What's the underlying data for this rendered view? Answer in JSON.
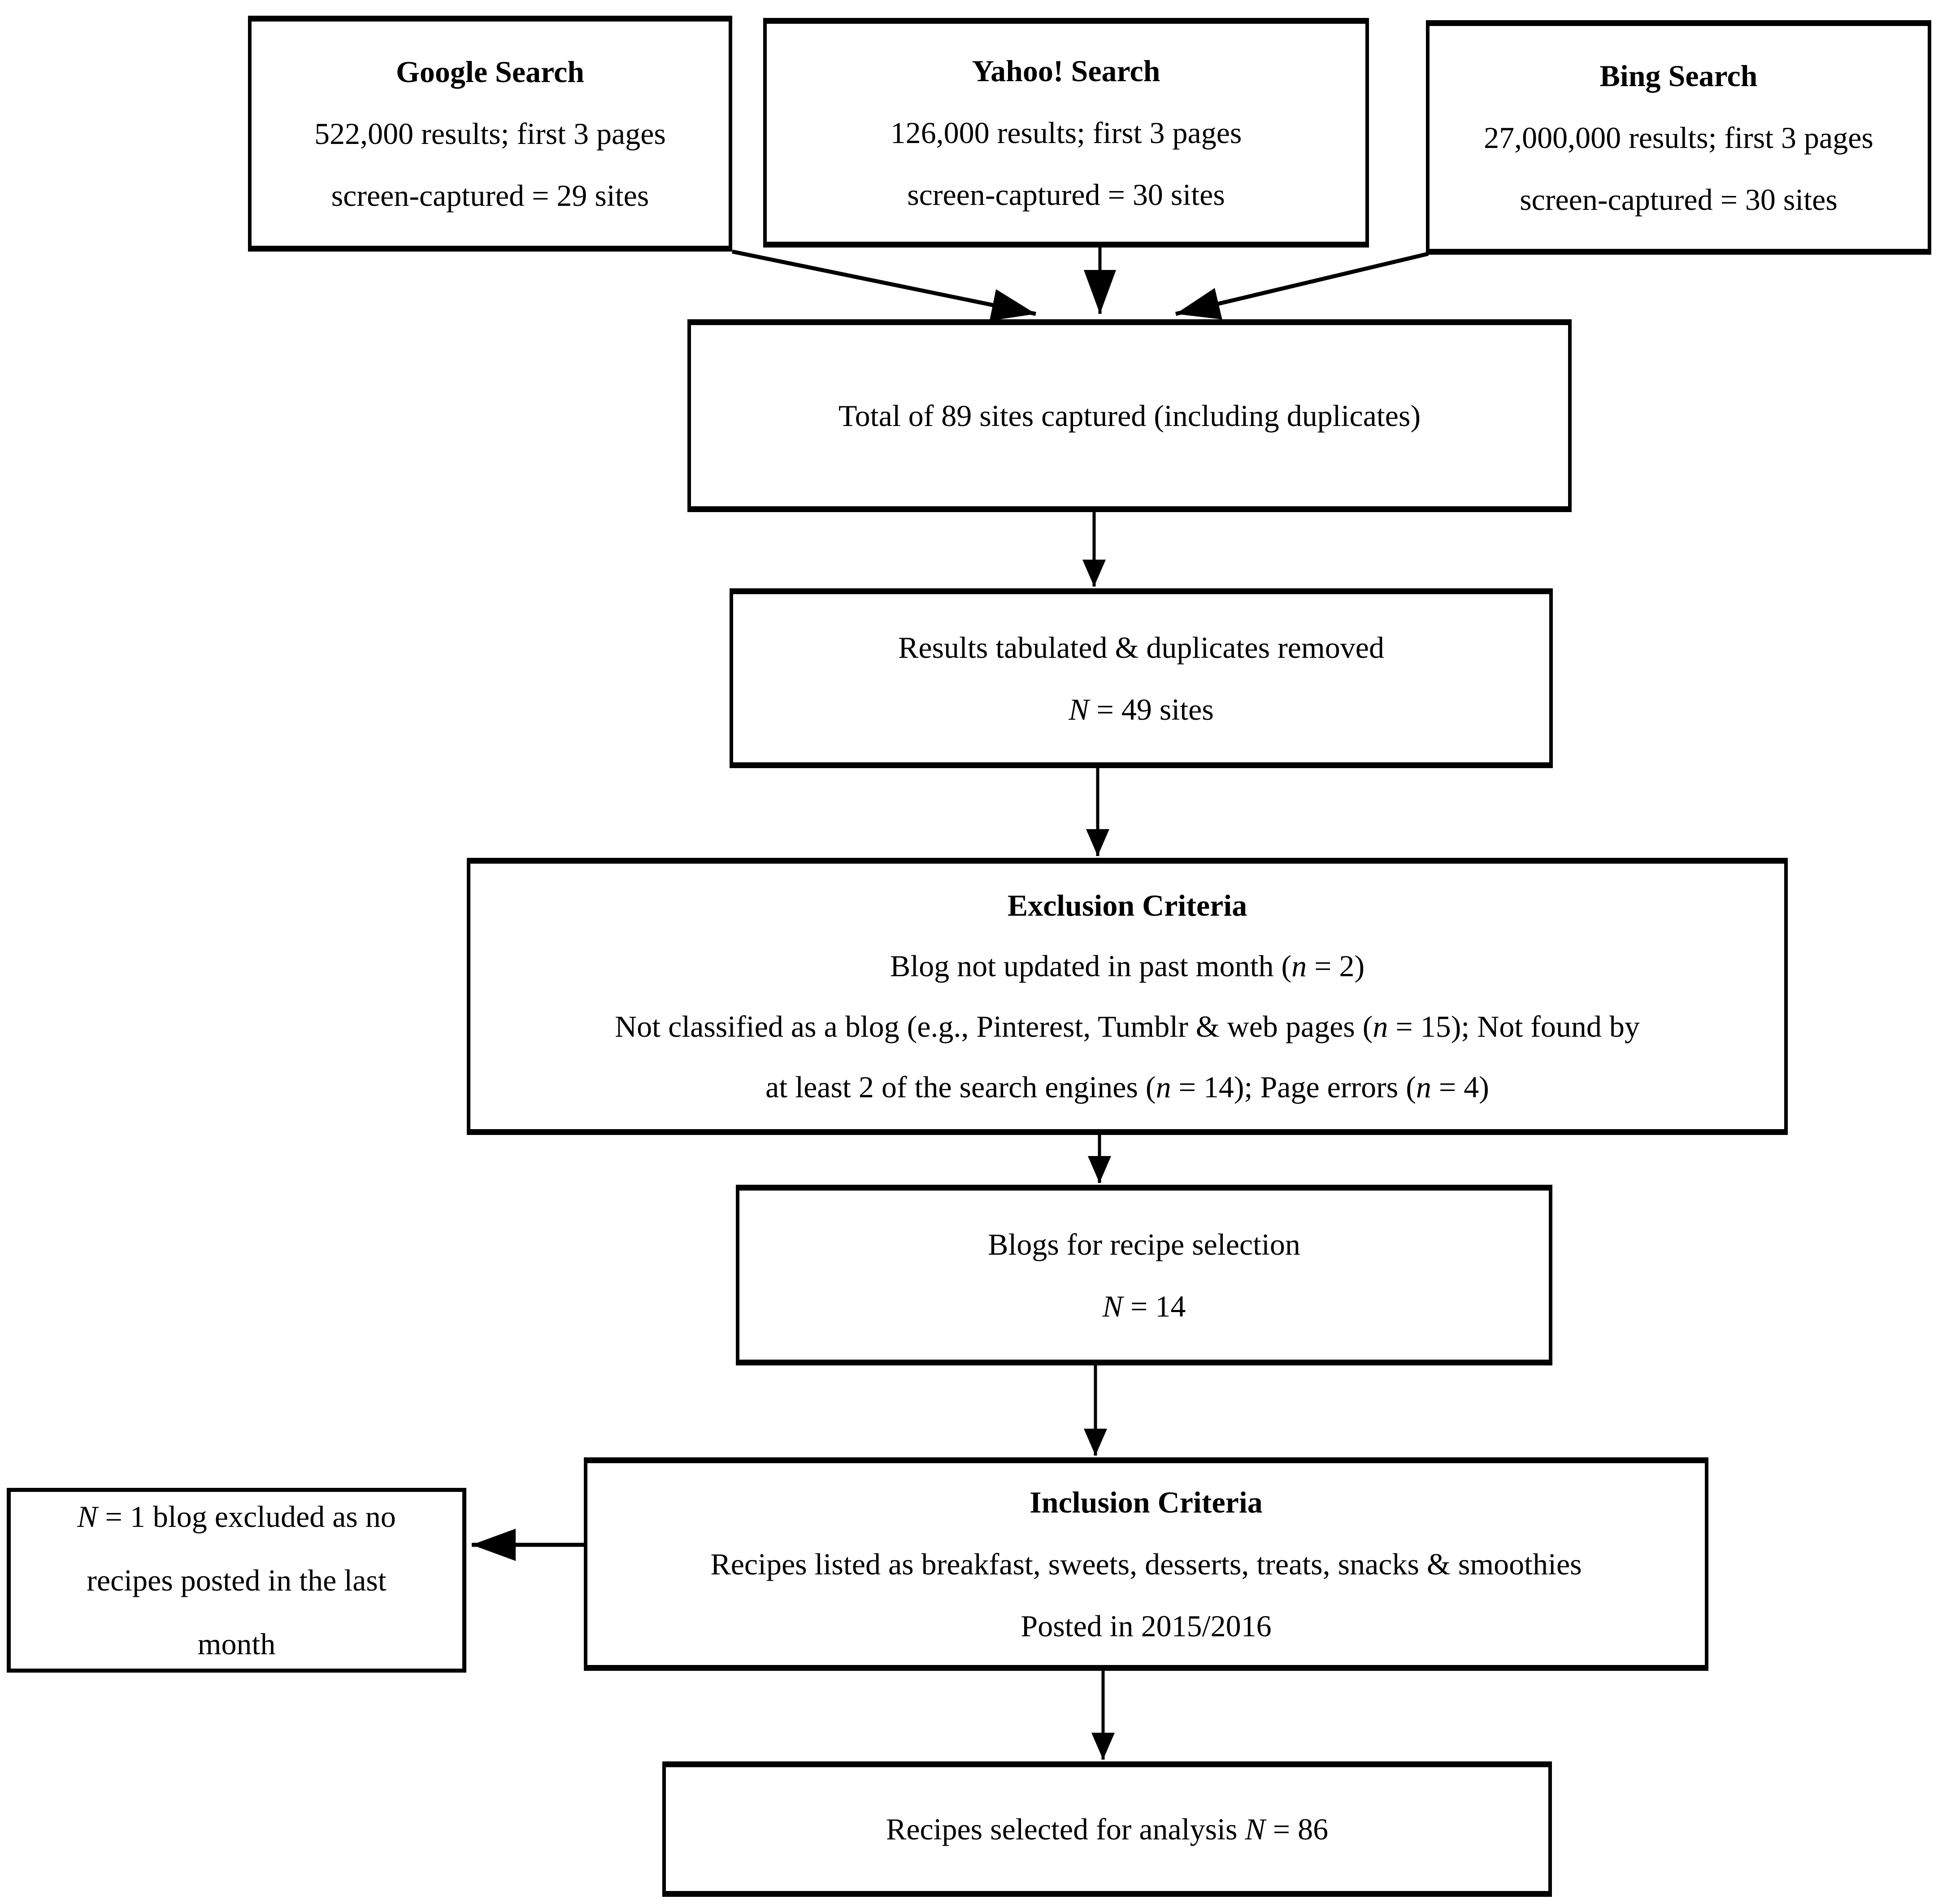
{
  "page": {
    "background_color": "#ffffff",
    "line_color": "#000000",
    "text_color": "#000000"
  },
  "boxes": {
    "google_search": {
      "lines": [
        [
          {
            "t": "Google Search",
            "b": true
          }
        ],
        [
          {
            "t": "522,000 results; first 3 pages"
          }
        ],
        [
          {
            "t": "screen-captured = 29 sites"
          }
        ]
      ]
    },
    "yahoo_search": {
      "lines": [
        [
          {
            "t": "Yahoo! Search",
            "b": true
          }
        ],
        [
          {
            "t": "126,000 results; first 3 pages"
          }
        ],
        [
          {
            "t": "screen-captured = 30 sites"
          }
        ]
      ]
    },
    "bing_search": {
      "lines": [
        [
          {
            "t": "Bing Search",
            "b": true
          }
        ],
        [
          {
            "t": "27,000,000 results; first 3 pages"
          }
        ],
        [
          {
            "t": "screen-captured = 30 sites"
          }
        ]
      ]
    },
    "total_captured": {
      "lines": [
        [
          {
            "t": "Total of 89 sites captured (including duplicates)"
          }
        ]
      ]
    },
    "results_tabulated": {
      "lines": [
        [
          {
            "t": "Results tabulated & duplicates removed"
          }
        ],
        [
          {
            "t": "N",
            "i": true
          },
          {
            "t": " = 49 sites"
          }
        ]
      ]
    },
    "exclusion_criteria": {
      "lines": [
        [
          {
            "t": "Exclusion Criteria",
            "b": true
          }
        ],
        [
          {
            "t": "Blog not updated in past month ("
          },
          {
            "t": "n",
            "i": true
          },
          {
            "t": " = 2)"
          }
        ],
        [
          {
            "t": "Not classified as a blog (e.g., Pinterest, Tumblr & web pages ("
          },
          {
            "t": "n",
            "i": true
          },
          {
            "t": " = 15); Not found by"
          }
        ],
        [
          {
            "t": "at least 2 of the search engines ("
          },
          {
            "t": "n",
            "i": true
          },
          {
            "t": " = 14); Page errors ("
          },
          {
            "t": "n",
            "i": true
          },
          {
            "t": " = 4)"
          }
        ]
      ]
    },
    "blogs_selection": {
      "lines": [
        [
          {
            "t": "Blogs for recipe selection"
          }
        ],
        [
          {
            "t": "N",
            "i": true
          },
          {
            "t": " = 14"
          }
        ]
      ]
    },
    "inclusion_criteria": {
      "lines": [
        [
          {
            "t": "Inclusion Criteria",
            "b": true
          }
        ],
        [
          {
            "t": "Recipes listed as breakfast, sweets, desserts, treats, snacks & smoothies"
          }
        ],
        [
          {
            "t": "Posted in 2015/2016"
          }
        ]
      ]
    },
    "excluded_blog": {
      "lines": [
        [
          {
            "t": "N",
            "i": true
          },
          {
            "t": " = 1 blog excluded as no"
          }
        ],
        [
          {
            "t": "recipes posted in the last"
          }
        ],
        [
          {
            "t": "month"
          }
        ]
      ]
    },
    "recipes_selected": {
      "lines": [
        [
          {
            "t": "Recipes selected for analysis "
          },
          {
            "t": "N",
            "i": true
          },
          {
            "t": " = 86"
          }
        ]
      ]
    }
  },
  "edges": [
    {
      "from": "google_search",
      "to": "total_captured"
    },
    {
      "from": "yahoo_search",
      "to": "total_captured"
    },
    {
      "from": "bing_search",
      "to": "total_captured"
    },
    {
      "from": "total_captured",
      "to": "results_tabulated"
    },
    {
      "from": "results_tabulated",
      "to": "exclusion_criteria"
    },
    {
      "from": "exclusion_criteria",
      "to": "blogs_selection"
    },
    {
      "from": "blogs_selection",
      "to": "inclusion_criteria"
    },
    {
      "from": "inclusion_criteria",
      "to": "recipes_selected"
    },
    {
      "from": "inclusion_criteria",
      "to": "excluded_blog"
    }
  ]
}
